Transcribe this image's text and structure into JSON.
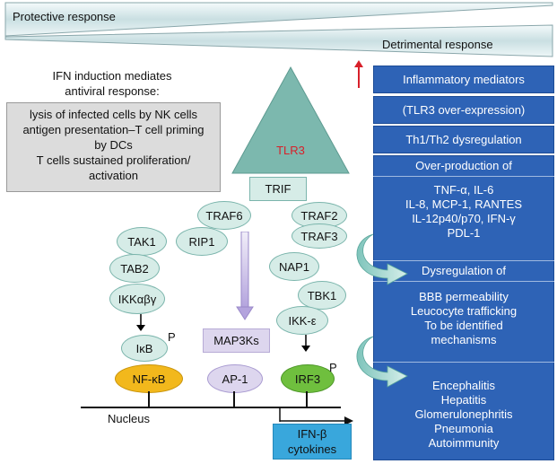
{
  "top": {
    "protective": "Protective response",
    "detrimental": "Detrimental response"
  },
  "left": {
    "ifn_text_1": "IFN induction mediates",
    "ifn_text_2": "antiviral response:",
    "box": [
      "lysis of infected cells by NK cells",
      "antigen presentation–T cell priming",
      "by DCs",
      "T cells sustained proliferation/",
      "activation"
    ]
  },
  "center": {
    "tlr3": "TLR3",
    "trif": "TRIF",
    "traf6": "TRAF6",
    "rip1": "RIP1",
    "traf2": "TRAF2",
    "traf3": "TRAF3",
    "tak1": "TAK1",
    "tab2": "TAB2",
    "ikkab": "IKKαβγ",
    "nap1": "NAP1",
    "tbk1": "TBK1",
    "ikke": "IKK-ε",
    "ikb": "IκB",
    "p1": "P",
    "map3k": "MAP3Ks",
    "nfkb": "NF-κB",
    "ap1": "AP-1",
    "irf3": "IRF3",
    "p2": "P",
    "nucleus": "Nucleus",
    "ifnb_1": "IFN-β",
    "ifnb_2": "cytokines"
  },
  "right": {
    "inflammatory": "Inflammatory mediators",
    "tlr3_over": "(TLR3 over-expression)",
    "th": "Th1/Th2 dysregulation",
    "overprod_title": "Over-production of",
    "overprod_items": [
      "TNF-α, IL-6",
      "IL-8, MCP-1, RANTES",
      "IL-12p40/p70, IFN-γ",
      "PDL-1"
    ],
    "dysreg_title": "Dysregulation of",
    "dysreg_items": [
      "BBB permeability",
      "Leucocyte trafficking",
      "To be identified",
      "mechanisms"
    ],
    "disease_items": [
      "Encephalitis",
      "Hepatitis",
      "Glomerulonephritis",
      "Pneumonia",
      "Autoimmunity"
    ]
  },
  "colors": {
    "blue": "#2e63b6",
    "node": "#d6ece7",
    "tlr3_triangle": "#7cb8ae",
    "nfkb": "#f2b81c",
    "irf3": "#6fbf3e",
    "ap1": "#ddd6ee",
    "red": "#d8202a"
  }
}
